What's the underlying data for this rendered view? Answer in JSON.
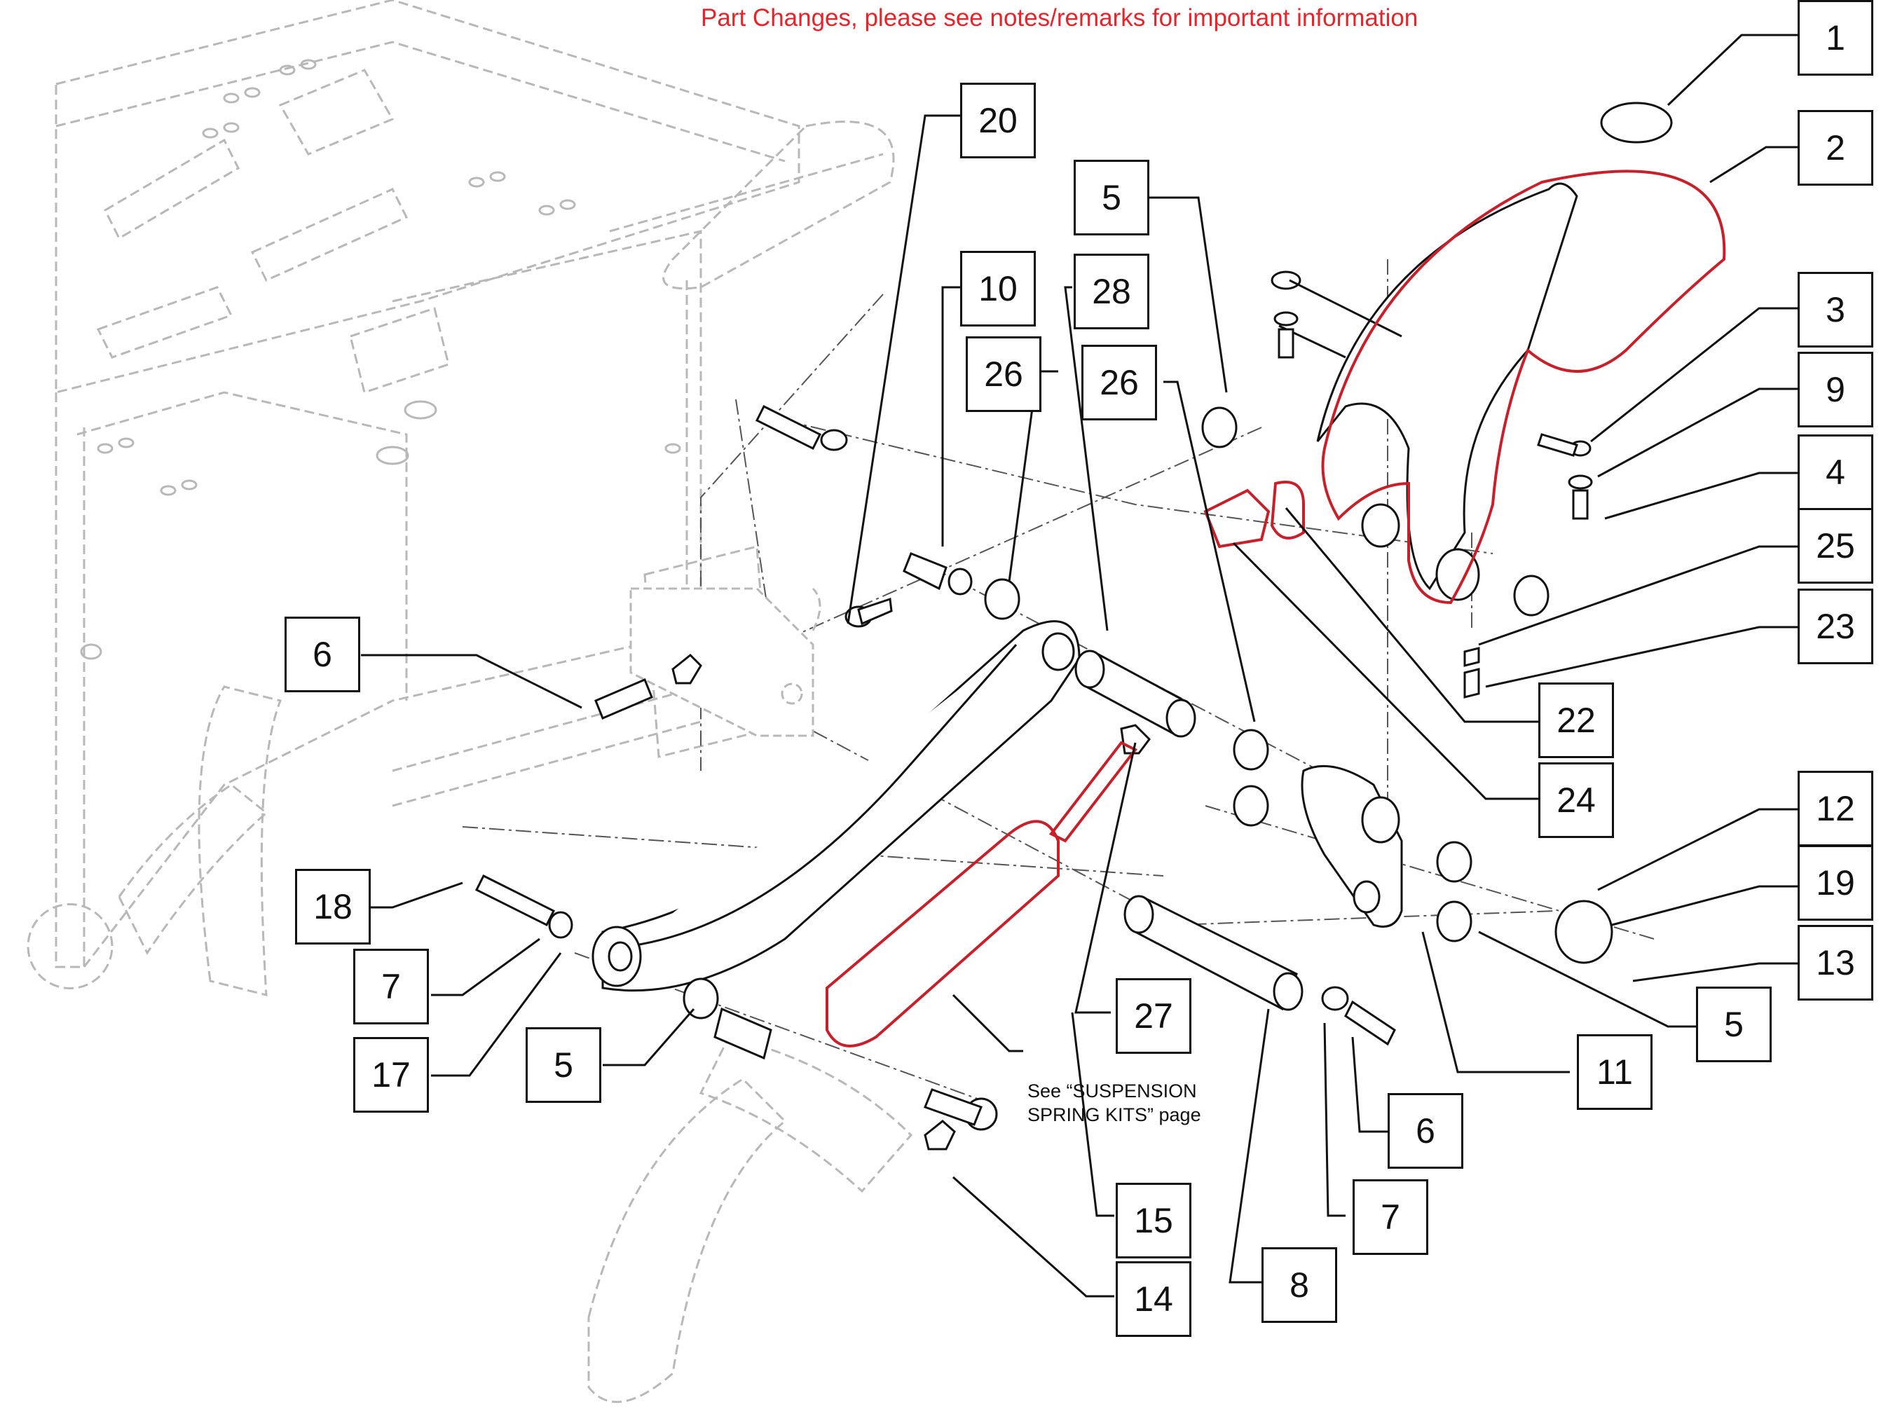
{
  "notice": "Part Changes, please see notes/remarks for important information",
  "note_line1": "See “SUSPENSION",
  "note_line2": "SPRING KITS” page",
  "callouts": [
    {
      "label": "1"
    },
    {
      "label": "2"
    },
    {
      "label": "20"
    },
    {
      "label": "5"
    },
    {
      "label": "10"
    },
    {
      "label": "28"
    },
    {
      "label": "26"
    },
    {
      "label": "26"
    },
    {
      "label": "3"
    },
    {
      "label": "9"
    },
    {
      "label": "4"
    },
    {
      "label": "25"
    },
    {
      "label": "23"
    },
    {
      "label": "6"
    },
    {
      "label": "22"
    },
    {
      "label": "24"
    },
    {
      "label": "12"
    },
    {
      "label": "19"
    },
    {
      "label": "18"
    },
    {
      "label": "13"
    },
    {
      "label": "7"
    },
    {
      "label": "5"
    },
    {
      "label": "27"
    },
    {
      "label": "17"
    },
    {
      "label": "5"
    },
    {
      "label": "11"
    },
    {
      "label": "6"
    },
    {
      "label": "15"
    },
    {
      "label": "7"
    },
    {
      "label": "8"
    },
    {
      "label": "14"
    }
  ],
  "colors": {
    "highlight": "#c8202a",
    "notice": "#e8232a",
    "frame": "#b8b8b8",
    "ink": "#111111"
  }
}
